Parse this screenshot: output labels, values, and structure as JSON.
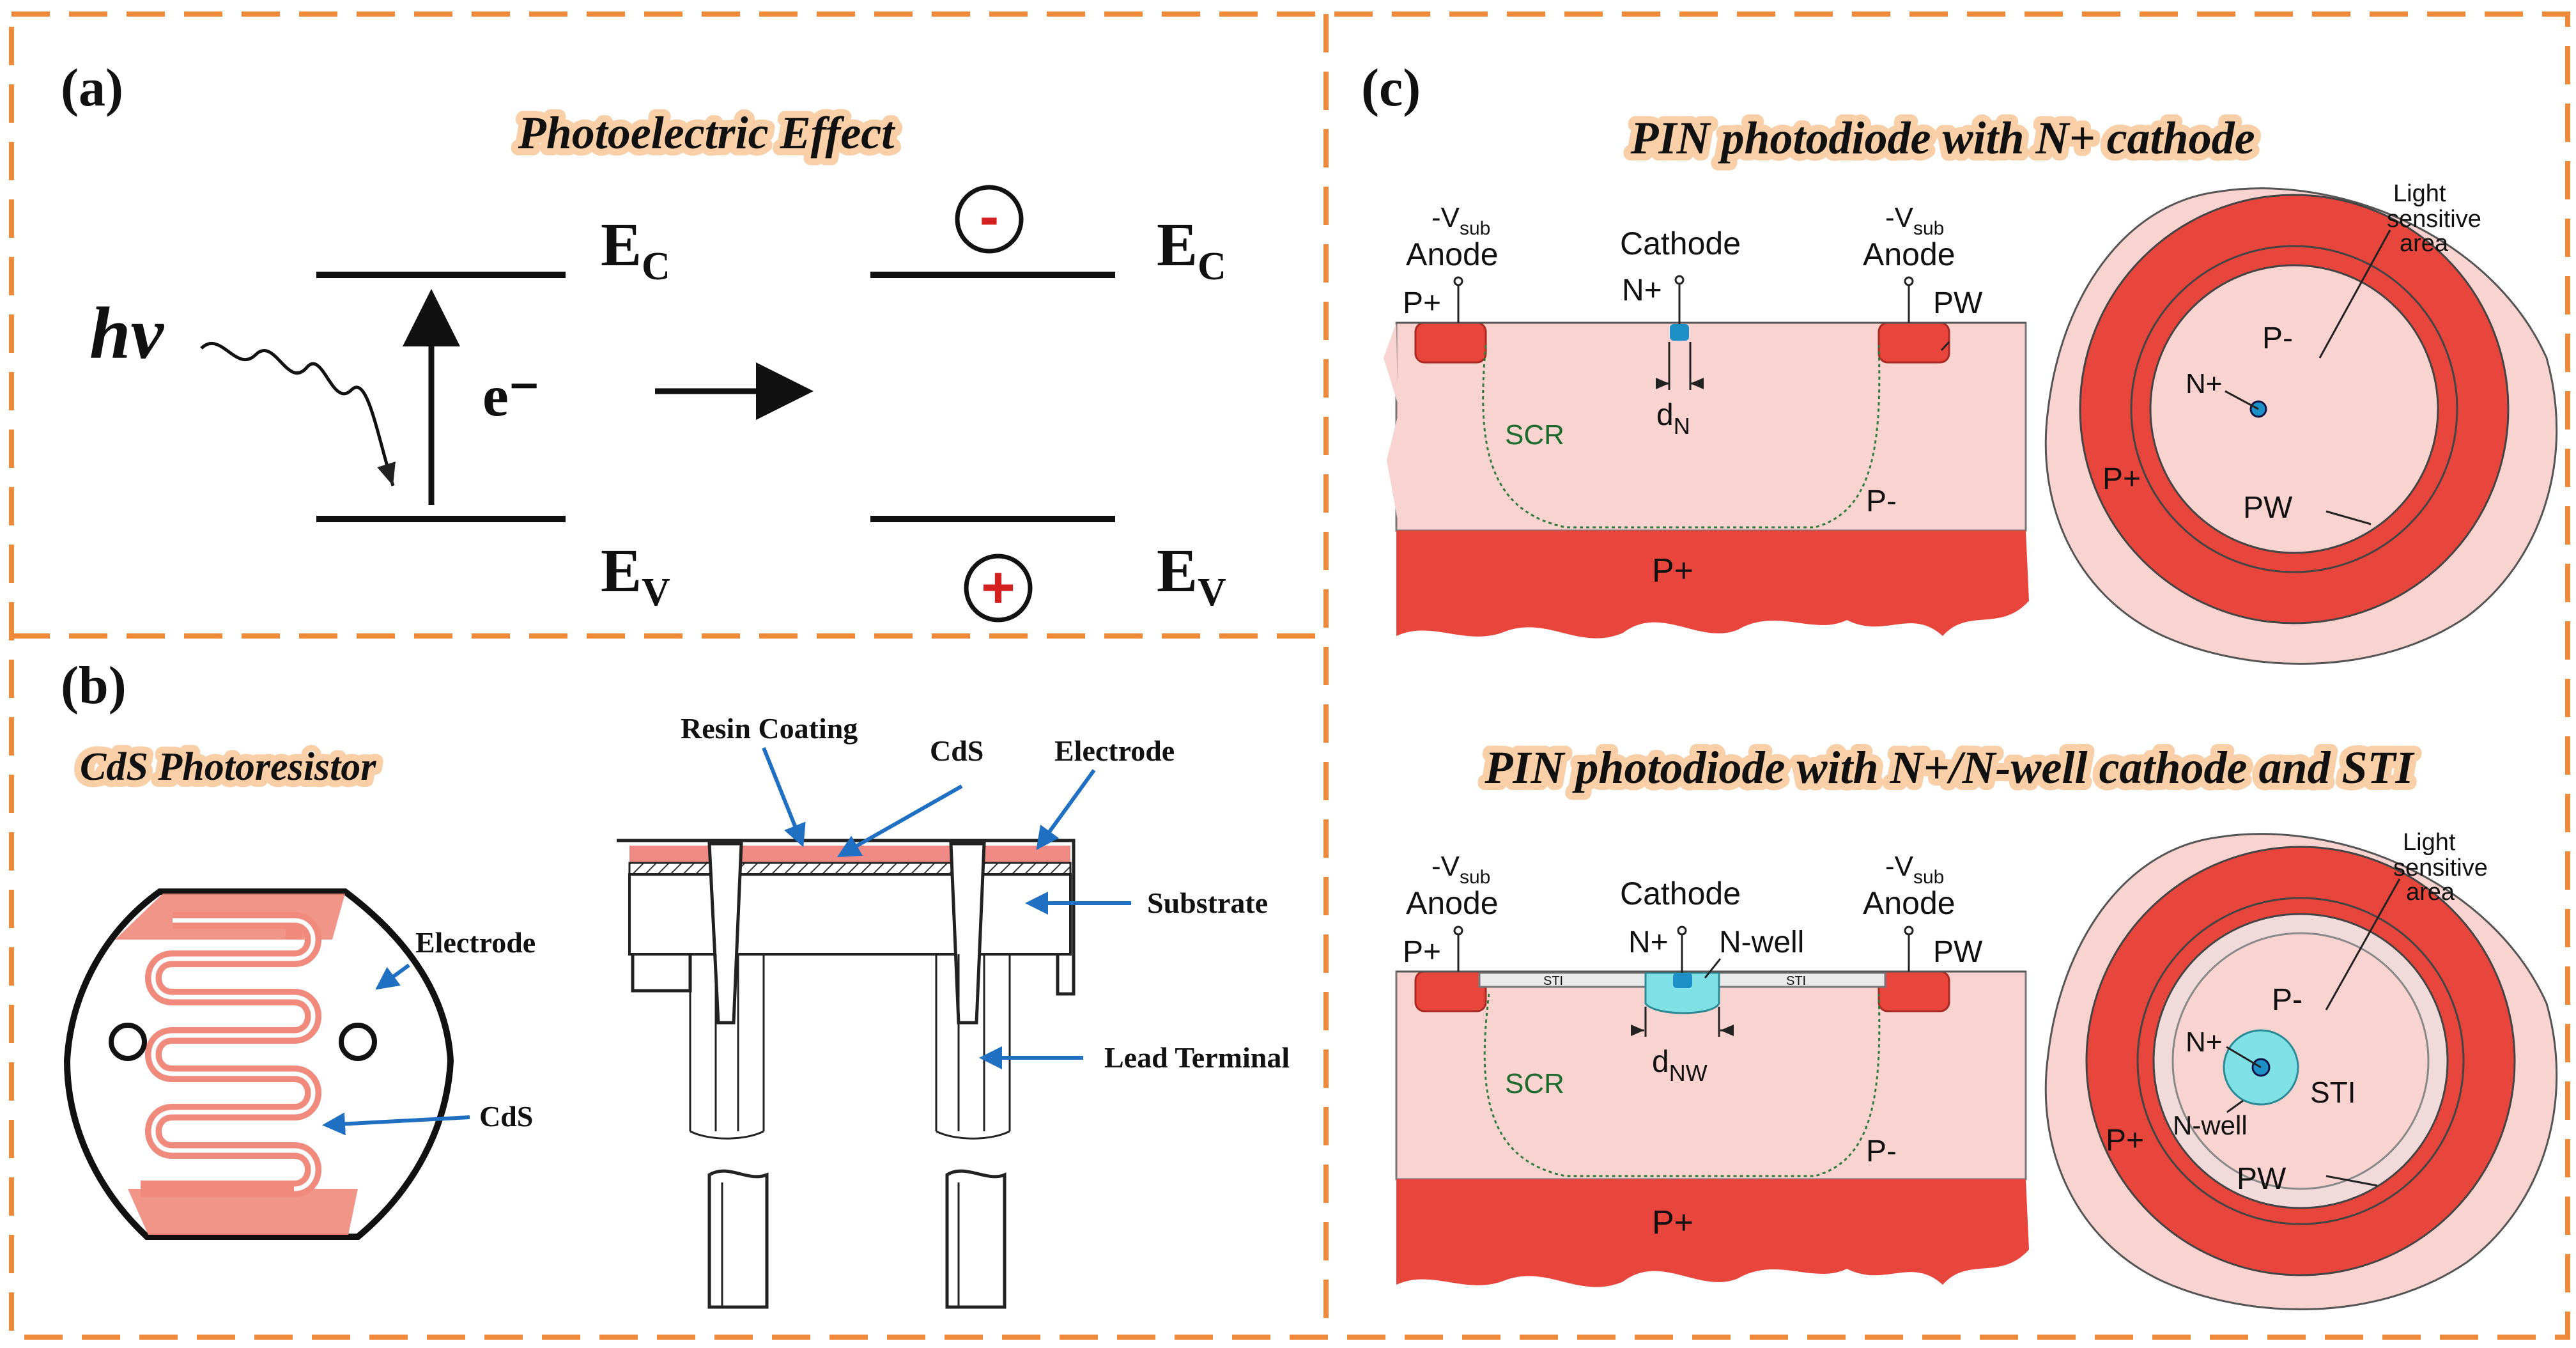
{
  "panels": {
    "a": {
      "letter": "(a)",
      "title": "Photoelectric Effect",
      "photon": "hν",
      "electron": "e⁻",
      "ec_main": "E",
      "ec_sub": "C",
      "ev_main": "E",
      "ev_sub": "V",
      "minus": "-",
      "plus": "+"
    },
    "b": {
      "letter": "(b)",
      "title": "CdS Photoresistor",
      "front_labels": {
        "electrode": "Electrode",
        "cds": "CdS"
      },
      "section_labels": {
        "resin": "Resin Coating",
        "cds": "CdS",
        "electrode": "Electrode",
        "substrate": "Substrate",
        "lead": "Lead Terminal"
      }
    },
    "c": {
      "letter": "(c)",
      "top": {
        "title": "PIN photodiode with N+ cathode",
        "vsub_left_main": "-V",
        "vsub_left_sub": "sub",
        "anode_left": "Anode",
        "cathode": "Cathode",
        "vsub_right_main": "-V",
        "vsub_right_sub": "sub",
        "anode_right": "Anode",
        "pplus_left": "P+",
        "nplus": "N+",
        "pw": "PW",
        "dn_main": "d",
        "dn_sub": "N",
        "scr": "SCR",
        "pminus": "P-",
        "pplus_bottom": "P+",
        "disc": {
          "light_area": [
            "Light",
            "sensitive",
            "area"
          ],
          "pminus": "P-",
          "nplus": "N+",
          "pplus": "P+",
          "pw": "PW"
        }
      },
      "bottom": {
        "title": "PIN photodiode with N+/N-well cathode and STI",
        "vsub_left_main": "-V",
        "vsub_left_sub": "sub",
        "anode_left": "Anode",
        "cathode": "Cathode",
        "vsub_right_main": "-V",
        "vsub_right_sub": "sub",
        "anode_right": "Anode",
        "pplus_left": "P+",
        "nplus": "N+",
        "nwell": "N-well",
        "pw": "PW",
        "sti_left": "STI",
        "sti_right": "STI",
        "dnw_main": "d",
        "dnw_sub": "NW",
        "scr": "SCR",
        "pminus": "P-",
        "pplus_bottom": "P+",
        "disc": {
          "light_area": [
            "Light",
            "sensitive",
            "area"
          ],
          "pminus": "P-",
          "nplus": "N+",
          "sti": "STI",
          "nwell": "N-well",
          "pplus": "P+",
          "pw": "PW"
        }
      }
    }
  },
  "colors": {
    "frame": "#ef8a3a",
    "pplus": "#e8453c",
    "pminus": "#f9d3d0",
    "nplus": "#1e90c8",
    "nwell": "#7fe0e6",
    "sti": "#eaeaea",
    "cds_trace": "#f08a7c",
    "resin": "#ef8a85",
    "arrow": "#1f6fc2",
    "scr": "#1d6b2f"
  }
}
